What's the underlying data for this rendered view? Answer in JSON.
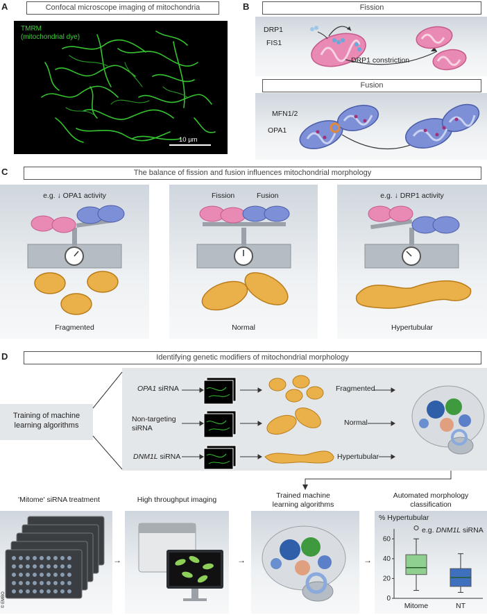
{
  "panelA": {
    "letter": "A",
    "title": "Confocal microscope imaging of mitochondria",
    "dye_line1": "TMRM",
    "dye_line2": "(mitochondrial dye)",
    "scale": "10 µm"
  },
  "panelB": {
    "letter": "B",
    "fission_title": "Fission",
    "drp1": "DRP1",
    "fis1": "FIS1",
    "constriction": "DRP1 constriction",
    "fusion_title": "Fusion",
    "mfn": "MFN1/2",
    "opa1": "OPA1"
  },
  "panelC": {
    "letter": "C",
    "title": "The balance of fission and fusion influences mitochondrial morphology",
    "box1_label": "e.g. ↓ OPA1 activity",
    "box1_result": "Fragmented",
    "box2_fission": "Fission",
    "box2_fusion": "Fusion",
    "box2_result": "Normal",
    "box3_label": "e.g. ↓ DRP1 activity",
    "box3_result": "Hypertubular"
  },
  "panelD": {
    "letter": "D",
    "title": "Identifying genetic modifiers of mitochondrial morphology",
    "training": "Training of machine learning algorithms",
    "rows": [
      {
        "gene": "OPA1",
        "suffix": " siRNA",
        "result": "Fragmented"
      },
      {
        "gene": "Non-targeting siRNA",
        "suffix": "",
        "result": "Normal"
      },
      {
        "gene": "DNM1L",
        "suffix": " siRNA",
        "result": "Hypertubular"
      }
    ],
    "step1": "'Mitome' siRNA treatment",
    "step2": "High throughput imaging",
    "step3_l1": "Trained machine",
    "step3_l2": "learning algorithms",
    "step4_l1": "Automated morphology",
    "step4_l2": "classification",
    "copyright": "© EMBO"
  },
  "chart_data": {
    "type": "box",
    "ylabel": "% Hypertubular",
    "ylim": [
      0,
      70
    ],
    "yticks": [
      0,
      20,
      40,
      60
    ],
    "annotation": "e.g. DNM1L siRNA",
    "annotation_prefix": "e.g. ",
    "annotation_gene": "DNM1L",
    "annotation_suffix": " siRNA",
    "categories": [
      "Mitome",
      "NT"
    ],
    "series": [
      {
        "name": "Mitome",
        "color": "#8fcf8f",
        "whisker_low": 8,
        "q1": 24,
        "median": 31,
        "q3": 44,
        "whisker_high": 60,
        "outlier": 71
      },
      {
        "name": "NT",
        "color": "#3f6fbf",
        "whisker_low": 6,
        "q1": 12,
        "median": 21,
        "q3": 30,
        "whisker_high": 45
      }
    ]
  }
}
